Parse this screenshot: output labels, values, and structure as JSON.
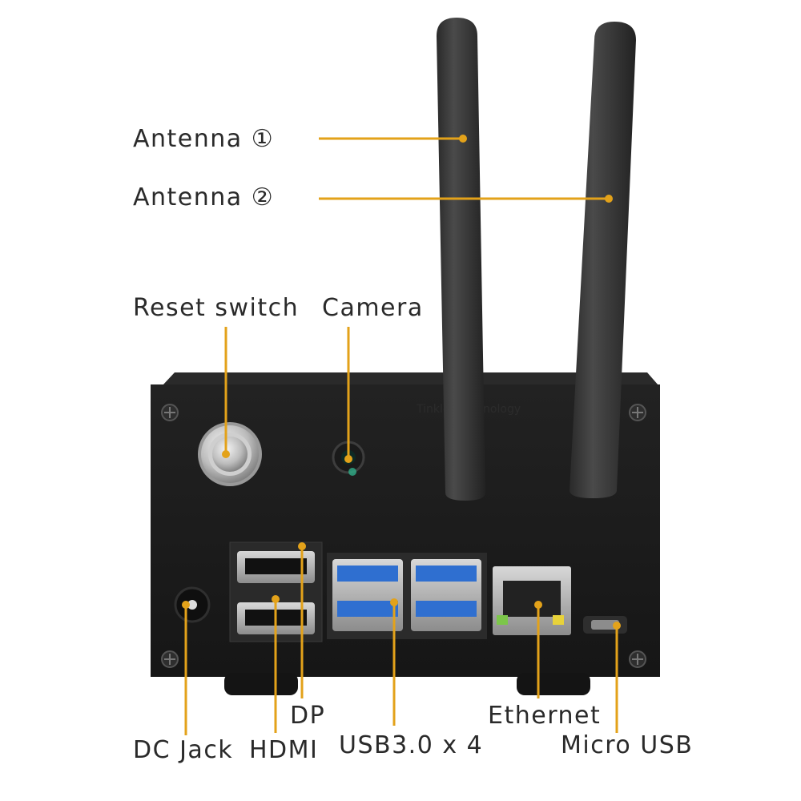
{
  "labels": {
    "antenna1": "Antenna ①",
    "antenna2": "Antenna ②",
    "reset_switch": "Reset switch",
    "camera": "Camera",
    "dp": "DP",
    "hdmi": "HDMI",
    "dc_jack": "DC Jack",
    "usb": "USB3.0 x 4",
    "ethernet": "Ethernet",
    "micro_usb": "Micro USB"
  },
  "colors": {
    "leader_line": "#e3a21a",
    "case": "#1c1c1c",
    "antenna": "#3a3a3a",
    "usb_blue": "#2f6fd0",
    "led_green": "#7cc64a",
    "led_yellow": "#e8d23a"
  },
  "watermark": "Tinkler Technology"
}
